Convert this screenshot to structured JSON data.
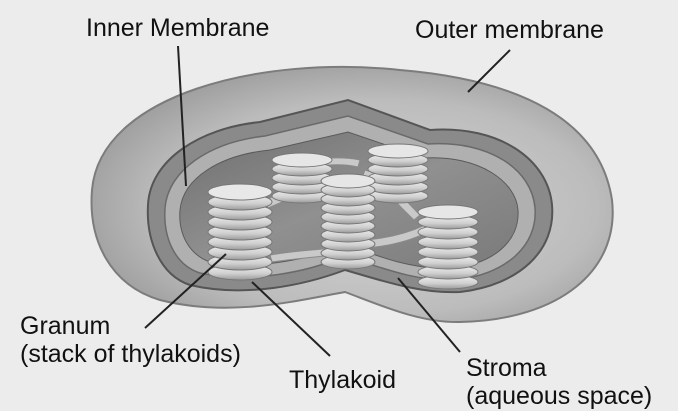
{
  "diagram": {
    "labels": {
      "inner_membrane": "Inner Membrane",
      "outer_membrane": "Outer membrane",
      "granum_line1": "Granum",
      "granum_line2": "(stack of thylakoids)",
      "thylakoid": "Thylakoid",
      "stroma_line1": "Stroma",
      "stroma_line2": "(aqueous space)"
    }
  }
}
